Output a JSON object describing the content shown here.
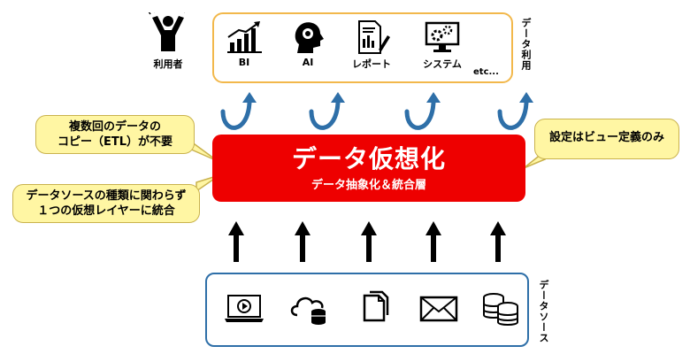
{
  "user": {
    "label": "利用者",
    "icon": "person-cheering-icon"
  },
  "data_use": {
    "side_label": "データ利用",
    "tools": [
      {
        "label": "BI",
        "icon": "bar-chart-icon"
      },
      {
        "label": "AI",
        "icon": "ai-head-icon"
      },
      {
        "label": "レポート",
        "icon": "report-icon"
      },
      {
        "label": "システム",
        "icon": "system-icon"
      }
    ],
    "etc": "etc..."
  },
  "main": {
    "title": "データ仮想化",
    "subtitle": "データ抽象化＆統合層",
    "color": "#ee0000"
  },
  "callouts": {
    "left_top": [
      "複数回のデータの",
      "コピー（ETL）が不要"
    ],
    "left_bottom": [
      "データソースの種類に関わらず",
      "１つの仮想レイヤーに統合"
    ],
    "right": "設定はビュー定義のみ"
  },
  "sources": {
    "side_label": "データソース",
    "icons": [
      "video-laptop-icon",
      "cloud-database-icon",
      "documents-icon",
      "mail-icon",
      "database-icon"
    ]
  },
  "colors": {
    "top_border": "#f2b84b",
    "source_border": "#2e6fa8",
    "curved_arrow": "#2e6fa8",
    "callout_fill": "#fff6a3"
  }
}
